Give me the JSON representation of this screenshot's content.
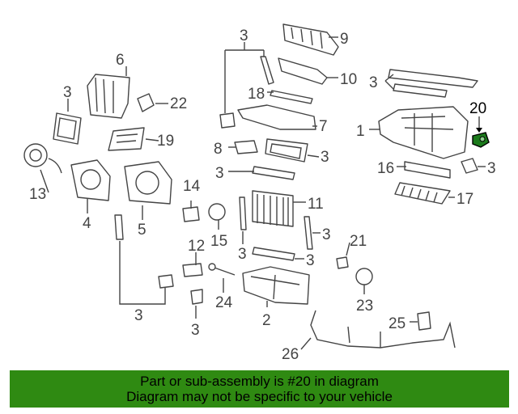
{
  "callouts": {
    "c1": "1",
    "c2": "2",
    "c3_top": "3",
    "c3_a": "3",
    "c3_b": "3",
    "c3_c": "3",
    "c3_d": "3",
    "c3_e": "3",
    "c3_f": "3",
    "c3_g": "3",
    "c3_h": "3",
    "c3_i": "3",
    "c4": "4",
    "c5": "5",
    "c6": "6",
    "c7": "7",
    "c8": "8",
    "c9": "9",
    "c10": "10",
    "c11": "11",
    "c12": "12",
    "c13": "13",
    "c14": "14",
    "c15": "15",
    "c16": "16",
    "c17": "17",
    "c18": "18",
    "c19": "19",
    "c20": "20",
    "c21": "21",
    "c22": "22",
    "c23": "23",
    "c24": "24",
    "c25": "25",
    "c26": "26"
  },
  "highlight": {
    "part": "20",
    "color": "#1b7a1b"
  },
  "banner": {
    "line1": "Part or sub-assembly is #20 in diagram",
    "line2": "Diagram may not be specific to your vehicle",
    "background": "#2f8a12"
  }
}
